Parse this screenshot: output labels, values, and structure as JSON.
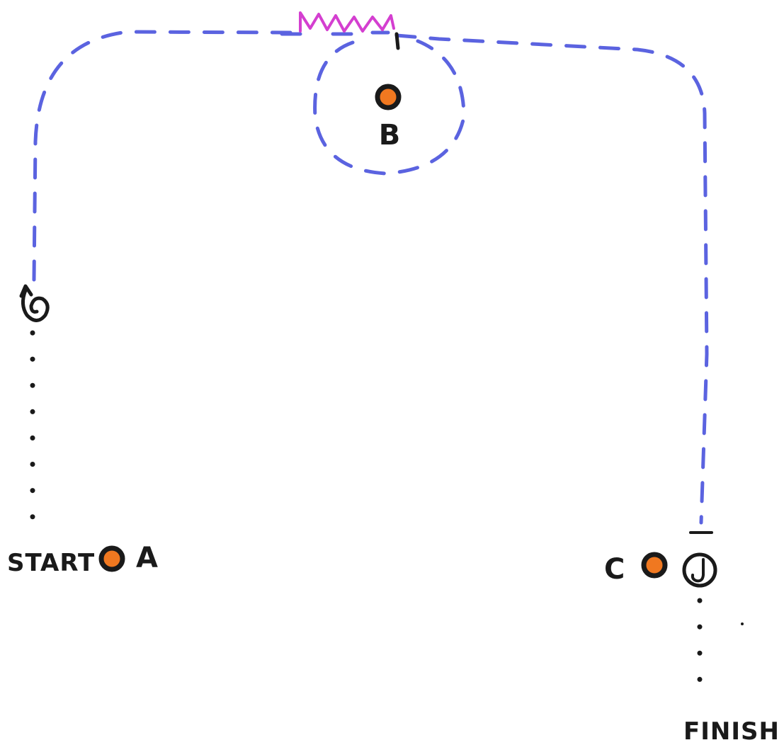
{
  "diagram": {
    "labels": {
      "start": "START",
      "finish": "FINISH",
      "point_a": "A",
      "point_b": "B",
      "point_c": "C"
    },
    "colors": {
      "dashed_path": "#5b63e0",
      "spring": "#d43fd0",
      "point_fill": "#f07820",
      "point_stroke": "#1a1a1a",
      "ink": "#1a1a1a",
      "background": "#ffffff"
    },
    "symbols": {
      "loop_mark": "curl-arrow-icon",
      "finish_mark": "circled-letter-icon",
      "spring": "zigzag-spring-icon"
    }
  }
}
